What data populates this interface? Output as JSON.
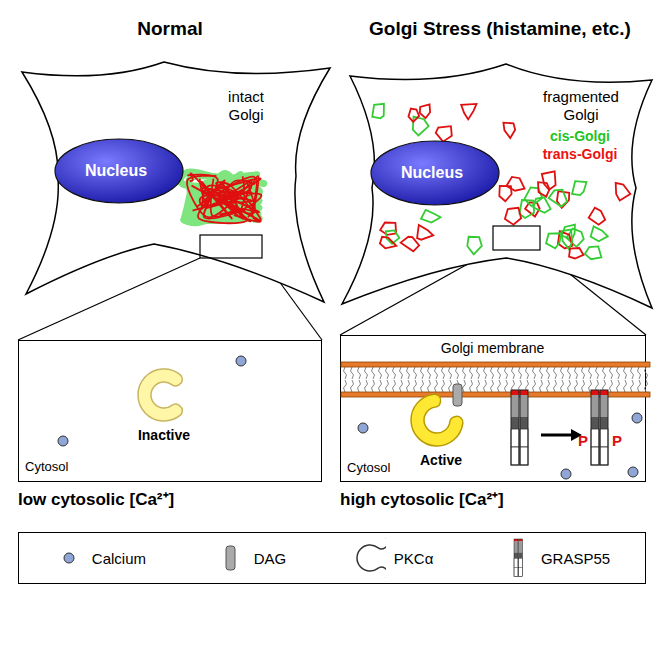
{
  "diagram": {
    "nodes": [
      {
        "text": [
          "intact Golgi"
        ]
      },
      {
        "text": [
          "Nucleus"
        ],
        "in": 0
      },
      {
        "text": [
          "fragmented Golgi"
        ]
      },
      {
        "text": [
          "Nucleus"
        ],
        "in": 2
      },
      {
        "text": [
          "Cytosol"
        ]
      },
      {
        "text": [
          "Inactive"
        ],
        "in": 4
      },
      {
        "text": [
          "Cytosol"
        ]
      },
      {
        "text": [
          "Golgi membrane"
        ],
        "in": 6
      },
      {
        "text": [
          "Active"
        ],
        "in": 6
      }
    ],
    "labels": [
      "Normal",
      "Golgi Stress (histamine, etc.)",
      "cis-Golgi",
      "trans-Golgi",
      "low cytosolic [Ca²⁺]",
      "high cytosolic [Ca²⁺]",
      "P",
      "P"
    ],
    "legend": [
      {
        "text": "Calcium"
      },
      {
        "text": "DAG"
      },
      {
        "text": "PKCα"
      },
      {
        "text": "GRASP55"
      }
    ]
  }
}
